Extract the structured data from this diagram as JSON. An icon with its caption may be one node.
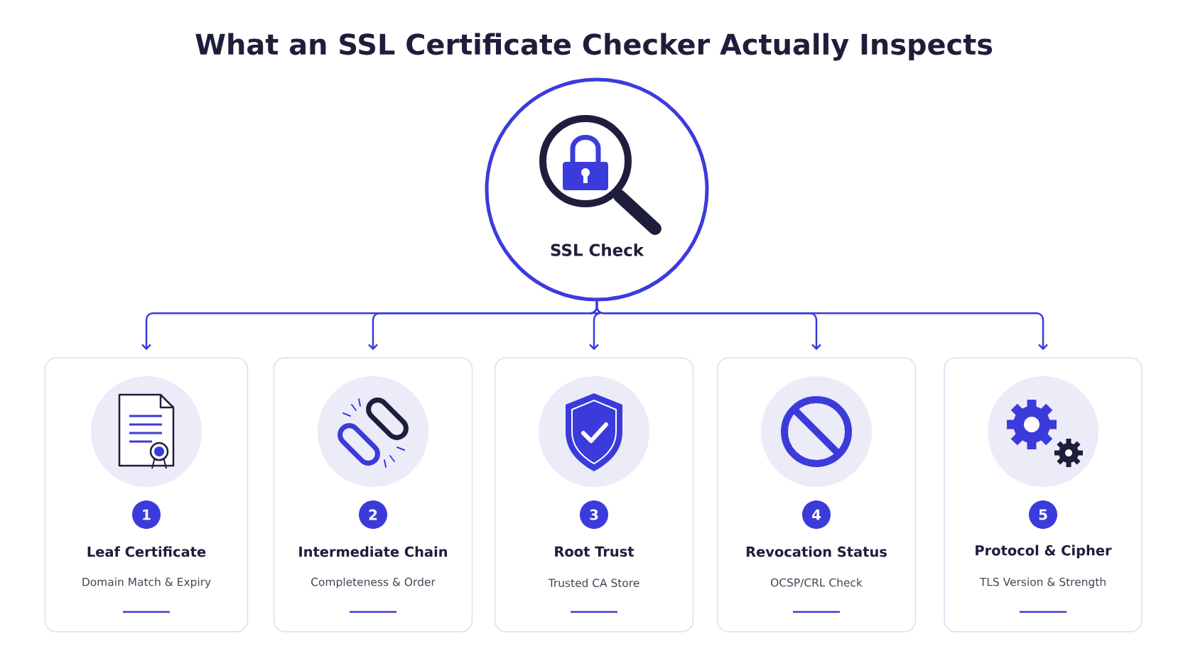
{
  "diagram": {
    "title": "What an SSL Certificate Checker Actually Inspects",
    "nodes": [
      {
        "text": [
          "SSL Check"
        ]
      },
      {
        "text": [
          "1",
          "Leaf Certificate",
          "Domain Match & Expiry"
        ]
      },
      {
        "text": [
          "2",
          "Intermediate Chain",
          "Completeness & Order"
        ]
      },
      {
        "text": [
          "3",
          "Root Trust",
          "Trusted CA Store"
        ]
      },
      {
        "text": [
          "4",
          "Revocation Status",
          "OCSP/CRL Check"
        ]
      },
      {
        "text": [
          "5",
          "Protocol & Cipher",
          "TLS Version & Strength"
        ]
      }
    ],
    "edges": [
      {
        "from": 0,
        "to": 1,
        "arrow": "to"
      },
      {
        "from": 0,
        "to": 2,
        "arrow": "to"
      },
      {
        "from": 0,
        "to": 3,
        "arrow": "to"
      },
      {
        "from": 0,
        "to": 4,
        "arrow": "to"
      },
      {
        "from": 0,
        "to": 5,
        "arrow": "to"
      }
    ]
  }
}
